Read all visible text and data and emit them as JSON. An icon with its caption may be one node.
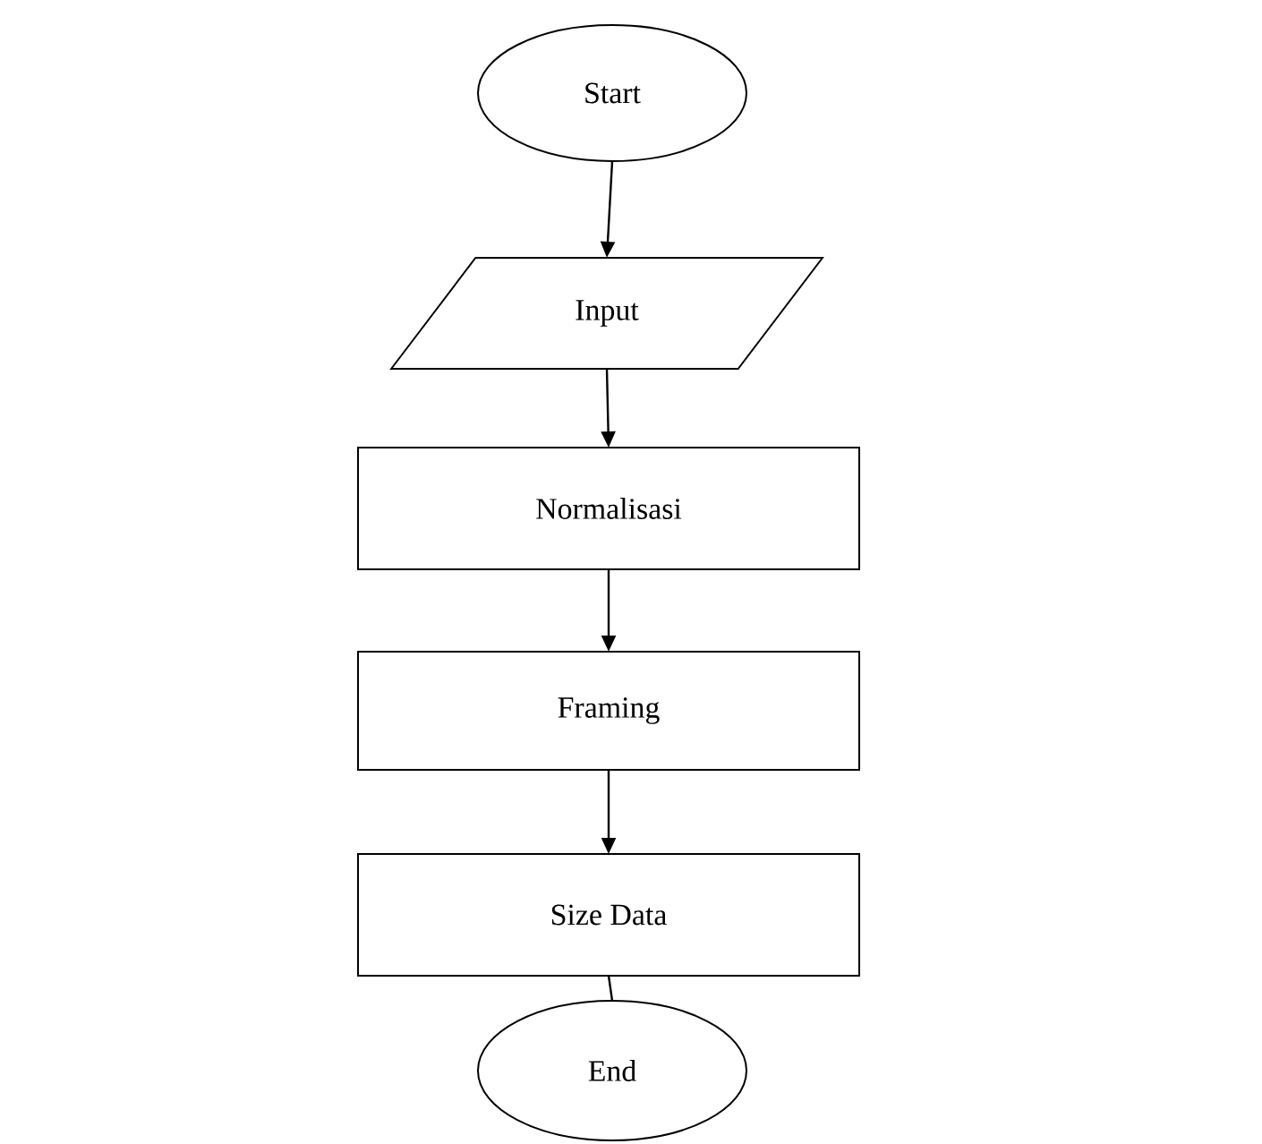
{
  "diagram": {
    "nodes": [
      {
        "text": [
          "Start"
        ]
      },
      {
        "text": [
          "Input"
        ]
      },
      {
        "text": [
          "Normalisasi"
        ]
      },
      {
        "text": [
          "Framing"
        ]
      },
      {
        "text": [
          "Size Data"
        ]
      },
      {
        "text": [
          "End"
        ]
      }
    ],
    "edges": [
      {
        "from": 0,
        "to": 1,
        "arrow": "to"
      },
      {
        "from": 1,
        "to": 2,
        "arrow": "to"
      },
      {
        "from": 2,
        "to": 3,
        "arrow": "to"
      },
      {
        "from": 3,
        "to": 4,
        "arrow": "to"
      },
      {
        "from": 4,
        "to": 5,
        "arrow": "none"
      }
    ]
  }
}
